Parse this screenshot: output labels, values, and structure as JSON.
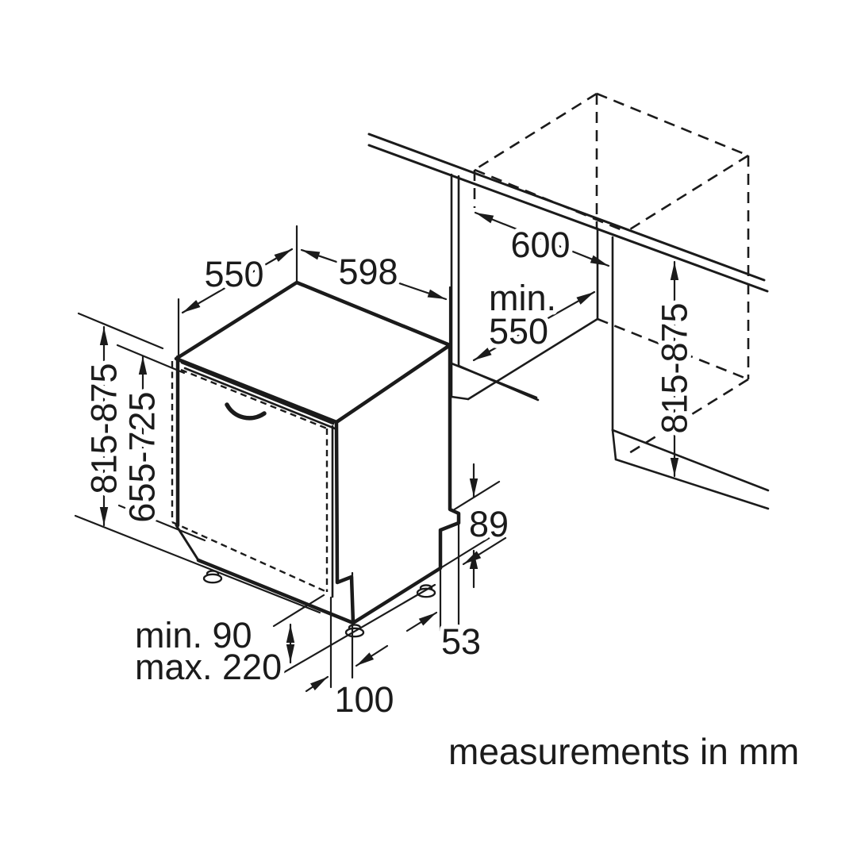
{
  "note": "measurements in mm",
  "colors": {
    "line": "#1b1b1b",
    "background": "#ffffff"
  },
  "labels": {
    "depth": "550",
    "width": "598",
    "appliance_height": "815-875",
    "door_panel_height": "655-725",
    "plinth_min": "min. 90",
    "plinth_max": "max. 220",
    "foot_recess": "100",
    "rear_step_height": "89",
    "rear_step_depth": "53",
    "niche_width": "600",
    "niche_depth_prefix": "min.",
    "niche_depth_value": "550",
    "niche_height": "815-875"
  }
}
